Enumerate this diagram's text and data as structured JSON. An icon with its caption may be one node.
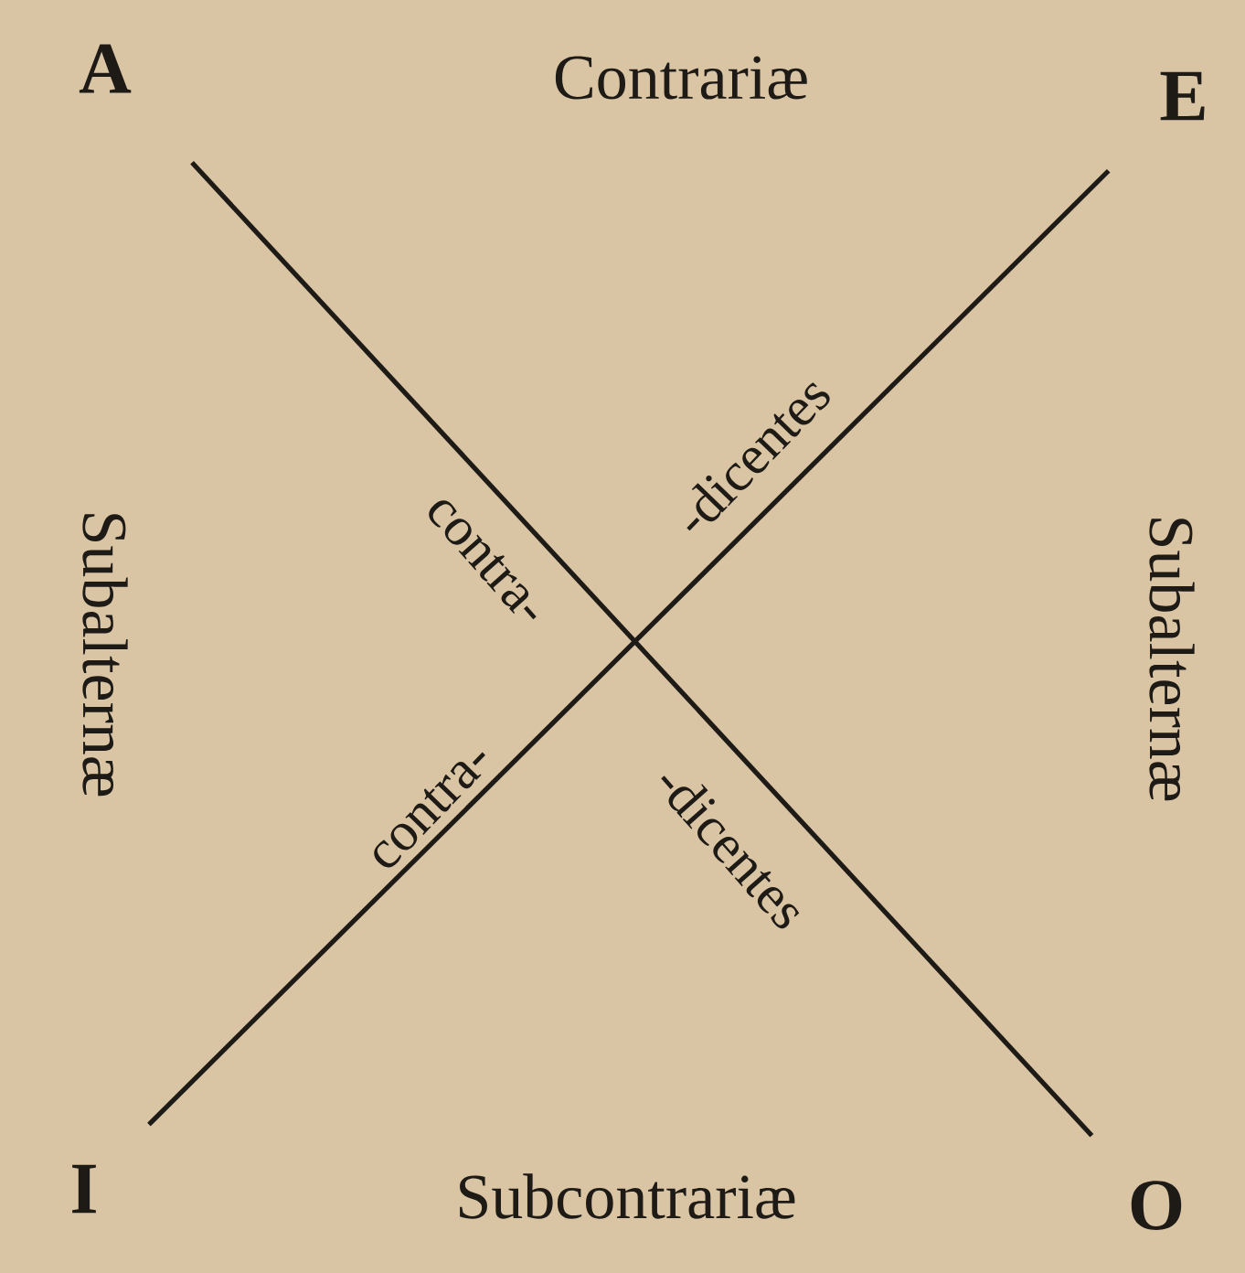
{
  "diagram": {
    "nodes": [
      {
        "text": [
          "A"
        ]
      },
      {
        "text": [
          "E"
        ]
      },
      {
        "text": [
          "I"
        ]
      },
      {
        "text": [
          "O"
        ]
      }
    ],
    "edges": [
      {
        "from": 0,
        "to": 3,
        "arrow": "none"
      },
      {
        "from": 1,
        "to": 2,
        "arrow": "none"
      }
    ],
    "labels": [
      "Contrariæ",
      "-dicentes",
      "contra-",
      "Subalternæ",
      "Subalternæ",
      "contra-",
      "-dicentes",
      "Subcontrariæ"
    ]
  }
}
